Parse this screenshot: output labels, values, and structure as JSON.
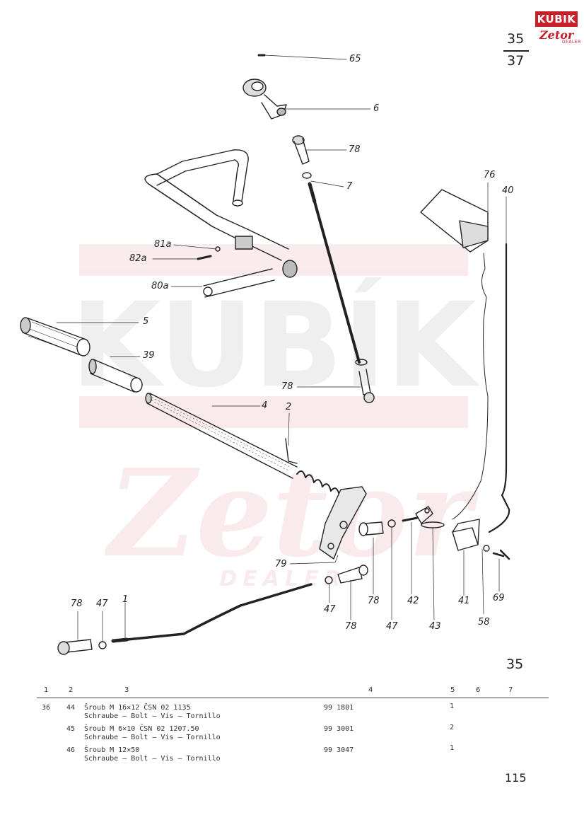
{
  "logo": {
    "brand": "KUBIK",
    "sub": "Zetor",
    "tag": "DEALER"
  },
  "page_refs": {
    "top": "35",
    "bottom": "37",
    "figure": "35",
    "page_number": "115"
  },
  "callouts": {
    "c65": "65",
    "c6": "6",
    "c78a": "78",
    "c7": "7",
    "c76": "76",
    "c40": "40",
    "c81a": "81a",
    "c82a": "82a",
    "c80a": "80a",
    "c5": "5",
    "c39": "39",
    "c78b": "78",
    "c4": "4",
    "c2": "2",
    "c79": "79",
    "c78c": "78",
    "c47a": "47",
    "c1": "1",
    "c47b": "47",
    "c78d": "78",
    "c78e": "78",
    "c47c": "47",
    "c42": "42",
    "c43": "43",
    "c41": "41",
    "c58": "58",
    "c69": "69"
  },
  "watermark": {
    "primary": "KUBÍK",
    "secondary": "Zetor",
    "tertiary": "DEALER"
  },
  "table": {
    "headers": [
      "1",
      "2",
      "3",
      "4",
      "5",
      "6",
      "7"
    ],
    "rows": [
      {
        "fig": "36",
        "pos": "44",
        "name": "Šroub M 16✕12   ČSN 02 1135",
        "alt": "Schraube — Bolt — Vis — Tornillo",
        "part": "99 1801",
        "qty": "1"
      },
      {
        "fig": "",
        "pos": "45",
        "name": "Šroub M 6✕10   ČSN 02 1207.50",
        "alt": "Schraube — Bolt — Vis — Tornillo",
        "part": "99 3001",
        "qty": "2"
      },
      {
        "fig": "",
        "pos": "46",
        "name": "Šroub M 12✕50",
        "alt": "Schraube — Bolt — Vis — Tornillo",
        "part": "99 3047",
        "qty": "1"
      }
    ]
  }
}
